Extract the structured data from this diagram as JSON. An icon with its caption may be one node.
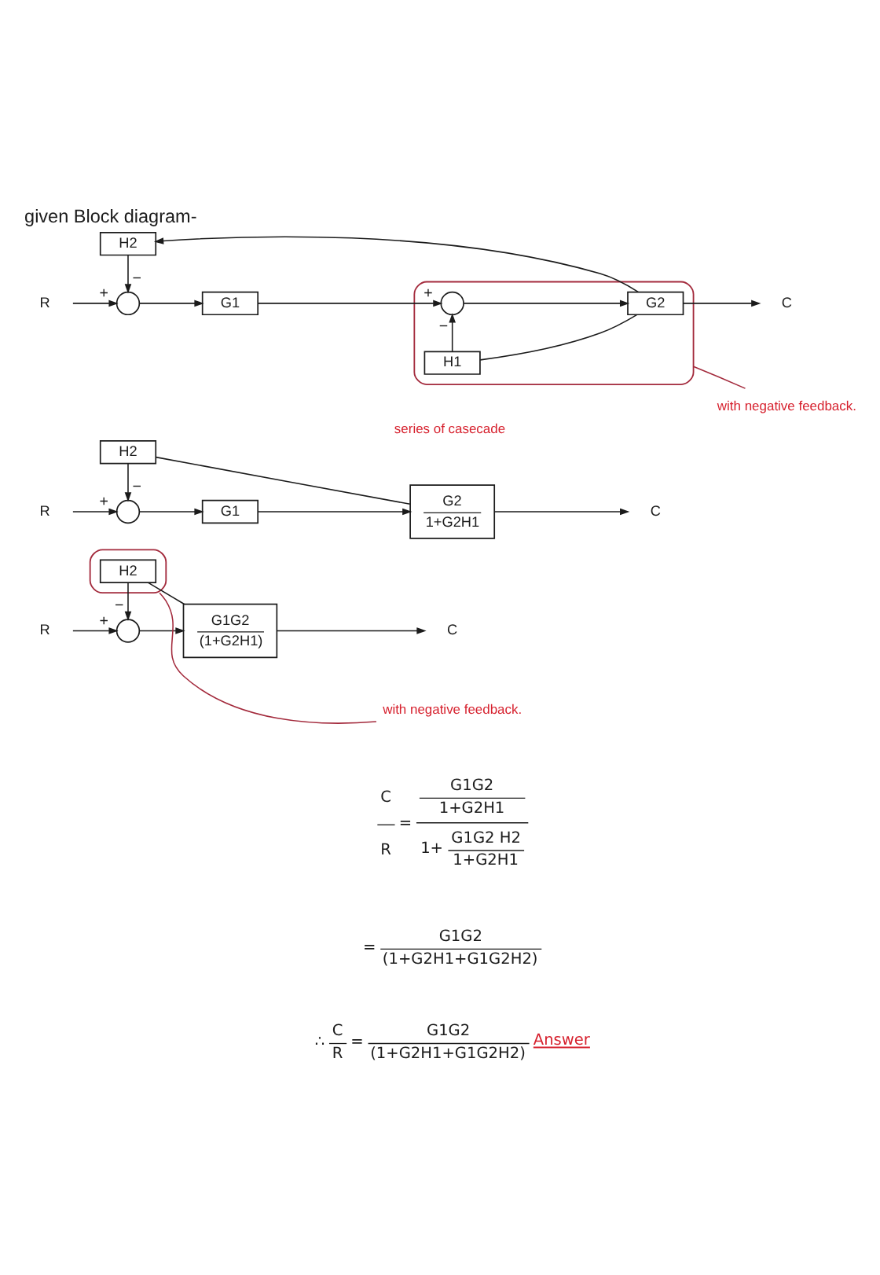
{
  "diagram": {
    "title": "given Block diagram-",
    "nodes": [
      {
        "text": [
          "with negative feedback."
        ]
      },
      {
        "text": [
          "R"
        ]
      },
      {
        "text": [],
        "shape": "circle"
      },
      {
        "text": [
          "G1"
        ]
      },
      {
        "text": [],
        "shape": "ellipse"
      },
      {
        "text": [],
        "shape": "circle",
        "in": 4
      },
      {
        "text": [
          "G2"
        ],
        "in": 4
      },
      {
        "text": [
          "H1"
        ],
        "in": 4
      },
      {
        "text": [
          "C"
        ]
      },
      {
        "text": [
          "H2"
        ]
      },
      {
        "text": [
          "R"
        ]
      },
      {
        "text": [],
        "shape": "circle"
      },
      {
        "text": [
          "G1"
        ]
      },
      {
        "text": [
          "G2",
          "1+G2H1"
        ]
      },
      {
        "text": [
          "C"
        ]
      },
      {
        "text": [
          "H2"
        ]
      },
      {
        "text": [
          "with negative feedback."
        ]
      },
      {
        "text": [
          "R"
        ]
      },
      {
        "text": [],
        "shape": "circle"
      },
      {
        "text": [],
        "shape": "ellipse"
      },
      {
        "text": [
          "G1G2",
          "(1+G2H1)"
        ]
      },
      {
        "text": [
          "C"
        ]
      },
      {
        "text": [
          "H2"
        ],
        "in": 19
      }
    ],
    "edges": [
      {
        "from": 1,
        "to": 2,
        "arrow": "to",
        "label": "+"
      },
      {
        "from": 2,
        "to": 3,
        "arrow": "to"
      },
      {
        "from": 3,
        "to": 5,
        "arrow": "to",
        "label": "+"
      },
      {
        "from": 5,
        "to": 6,
        "arrow": "to"
      },
      {
        "from": 6,
        "to": 8,
        "arrow": "to"
      },
      {
        "from": 6,
        "to": 7,
        "arrow": "none"
      },
      {
        "from": 7,
        "to": 5,
        "arrow": "to",
        "label": "−"
      },
      {
        "from": 6,
        "to": 9,
        "arrow": "to"
      },
      {
        "from": 9,
        "to": 2,
        "arrow": "to",
        "label": "−"
      },
      {
        "from": 0,
        "to": 4,
        "arrow": "none",
        "color": "#a32a3c"
      },
      {
        "from": 10,
        "to": 11,
        "arrow": "to",
        "label": "+"
      },
      {
        "from": 11,
        "to": 12,
        "arrow": "to"
      },
      {
        "from": 12,
        "to": 13,
        "arrow": "to"
      },
      {
        "from": 13,
        "to": 14,
        "arrow": "to"
      },
      {
        "from": 13,
        "to": 15,
        "arrow": "none"
      },
      {
        "from": 15,
        "to": 11,
        "arrow": "to",
        "label": "−"
      },
      {
        "from": 17,
        "to": 18,
        "arrow": "to",
        "label": "+"
      },
      {
        "from": 18,
        "to": 20,
        "arrow": "to"
      },
      {
        "from": 20,
        "to": 21,
        "arrow": "to"
      },
      {
        "from": 20,
        "to": 22,
        "arrow": "none"
      },
      {
        "from": 22,
        "to": 18,
        "arrow": "to",
        "label": "−"
      },
      {
        "from": 16,
        "to": 19,
        "arrow": "none",
        "color": "#a32a3c"
      }
    ],
    "labels": [
      "series of casecade",
      "C",
      "R",
      "=",
      "G1G2",
      "1+G2H1",
      "1+",
      "G1G2 H2",
      "1+G2H1",
      "=",
      "G1G2",
      "(1+G2H1+G1G2H2)",
      "∴",
      "C",
      "R",
      "=",
      "G1G2",
      "(1+G2H1+G1G2H2)",
      "Answer"
    ]
  }
}
